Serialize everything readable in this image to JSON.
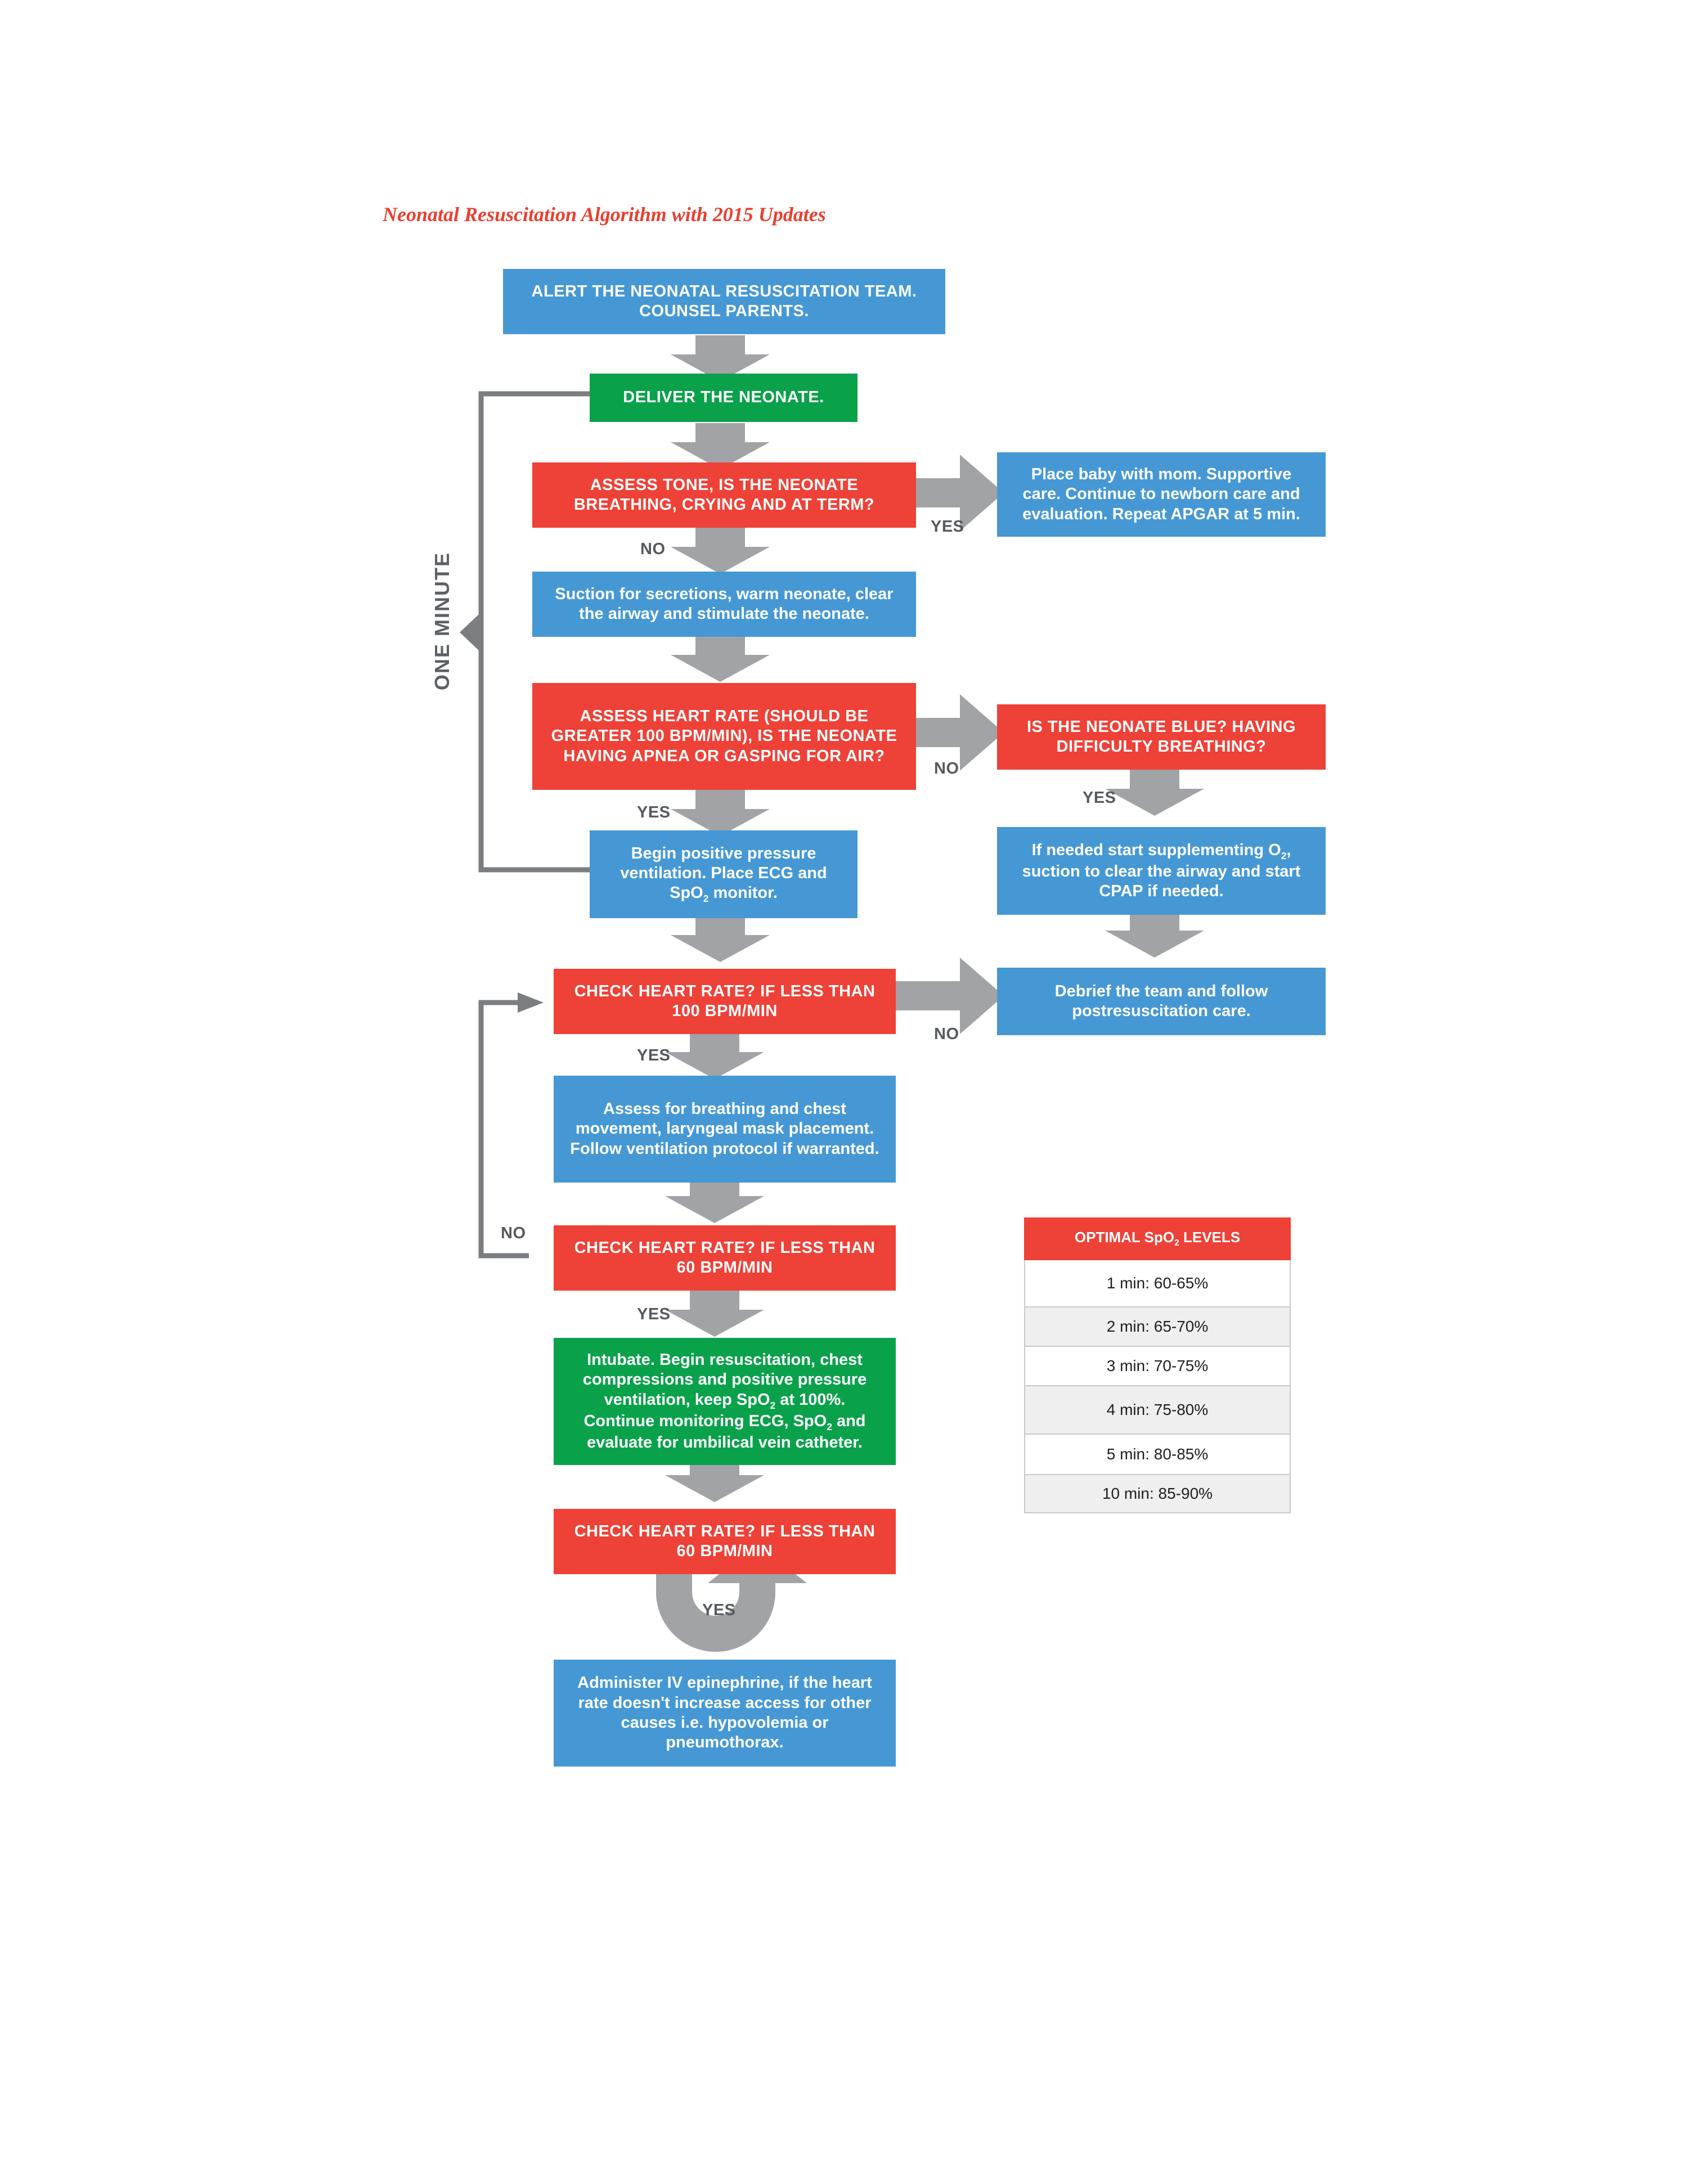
{
  "title": "Neonatal Resuscitation Algorithm with 2015 Updates",
  "boxes": {
    "alert": "ALERT THE NEONATAL RESUSCITATION TEAM. COUNSEL PARENTS.",
    "deliver": "DELIVER THE NEONATE.",
    "assess_tone": "ASSESS TONE, IS THE NEONATE BREATHING, CRYING AND AT TERM?",
    "place_baby": "Place baby with mom. Supportive care. Continue to newborn care and evaluation. Repeat APGAR at 5 min.",
    "suction": "Suction for secretions, warm neonate, clear the airway and stimulate the neonate.",
    "assess_hr": "ASSESS HEART RATE (SHOULD BE GREATER 100 BPM/MIN), IS THE NEONATE HAVING APNEA OR GASPING FOR AIR?",
    "is_blue": "IS THE NEONATE BLUE? HAVING DIFFICULTY BREATHING?",
    "begin_ppv_1": "Begin positive pressure ventilation. Place ECG and SpO",
    "begin_ppv_sub": "2",
    "begin_ppv_2": " monitor.",
    "supp_o2_1": "If needed start supplementing O",
    "supp_o2_sub": "2",
    "supp_o2_2": ", suction to clear the airway and start CPAP if needed.",
    "check_hr_100": "CHECK HEART RATE? IF LESS THAN 100 BPM/MIN",
    "debrief": "Debrief the team and follow postresuscitation care.",
    "assess_breathing": "Assess for breathing and chest movement, laryngeal mask placement. Follow ventilation protocol if warranted.",
    "check_hr_60a": "CHECK HEART RATE? IF LESS THAN 60 BPM/MIN",
    "intubate_1": "Intubate. Begin resuscitation, chest compressions and positive pressure ventilation, keep SpO",
    "intubate_sub1": "2",
    "intubate_2": " at 100%. Continue monitoring ECG, SpO",
    "intubate_sub2": "2",
    "intubate_3": " and evaluate for umbilical vein catheter.",
    "check_hr_60b": "CHECK HEART RATE? IF LESS THAN 60 BPM/MIN",
    "epinephrine": "Administer IV epinephrine, if the heart rate doesn't increase access for other causes i.e. hypovolemia or pneumothorax."
  },
  "labels": {
    "one_minute": "ONE MINUTE",
    "yes": "YES",
    "no": "NO"
  },
  "spo2_table": {
    "header_1": "OPTIMAL SpO",
    "header_sub": "2",
    "header_2": " LEVELS",
    "rows": [
      "1 min: 60-65%",
      "2 min: 65-70%",
      "3 min: 70-75%",
      "4 min: 75-80%",
      "5 min: 80-85%",
      "10 min: 85-90%"
    ]
  },
  "colors": {
    "blue": "#4598d4",
    "red": "#ee4137",
    "green": "#0aa14b",
    "arrow_gray": "#a1a3a6",
    "connector_gray": "#7b7e81",
    "title_red": "#e8402f"
  }
}
